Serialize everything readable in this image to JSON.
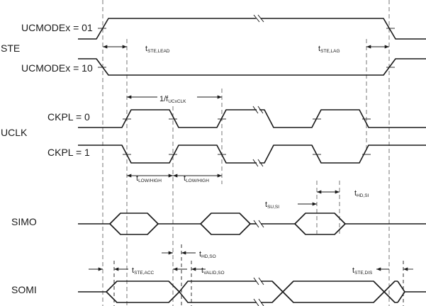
{
  "signals": {
    "ste_group": "STE",
    "ucmode01": "UCMODEx = 01",
    "ucmode10": "UCMODEx = 10",
    "uclk_group": "UCLK",
    "ckpl0": "CKPL = 0",
    "ckpl1": "CKPL = 1",
    "simo": "SIMO",
    "somi": "SOMI"
  },
  "timings": {
    "ste_lead": {
      "main": "t",
      "sub": "STE,LEAD"
    },
    "ste_lag": {
      "main": "t",
      "sub": "STE,LAG"
    },
    "period": {
      "main": "1/f",
      "sub": "UCxCLK"
    },
    "low_high_1": {
      "main": "t",
      "sub": "LOW/HIGH"
    },
    "low_high_2": {
      "main": "t",
      "sub": "LOW/HIGH"
    },
    "su_si": {
      "main": "t",
      "sub": "SU,SI"
    },
    "hd_si": {
      "main": "t",
      "sub": "HD,SI"
    },
    "hd_so": {
      "main": "t",
      "sub": "HD,SO"
    },
    "ste_acc": {
      "main": "t",
      "sub": "STE,ACC"
    },
    "valid_so": {
      "main": "t",
      "sub": "VALID,SO"
    },
    "ste_dis": {
      "main": "t",
      "sub": "STE,DIS"
    }
  }
}
